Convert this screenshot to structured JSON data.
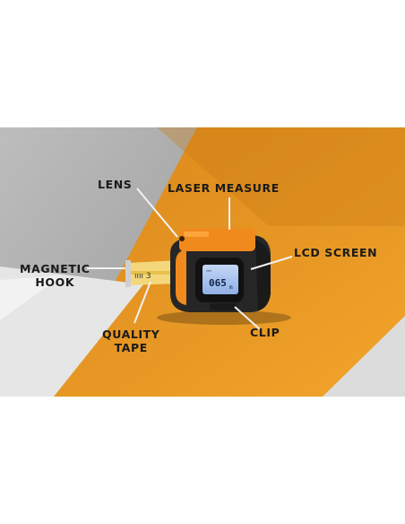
{
  "labels": {
    "lens": "LENS",
    "laser_measure": "LASER MEASURE",
    "lcd_screen": "LCD SCREEN",
    "magnetic_hook_line1": "MAGNETIC",
    "magnetic_hook_line2": "HOOK",
    "quality_tape_line1": "QUALITY",
    "quality_tape_line2": "TAPE",
    "clip": "CLIP"
  },
  "lcd": {
    "reading": "065",
    "unit": "m"
  },
  "colors": {
    "orange": "#e8961f",
    "orange_light": "#f2a52a",
    "gray": "#b9b9b9",
    "body_dark": "#1f1f1f",
    "lcd_blue": "#a9c4ef"
  }
}
